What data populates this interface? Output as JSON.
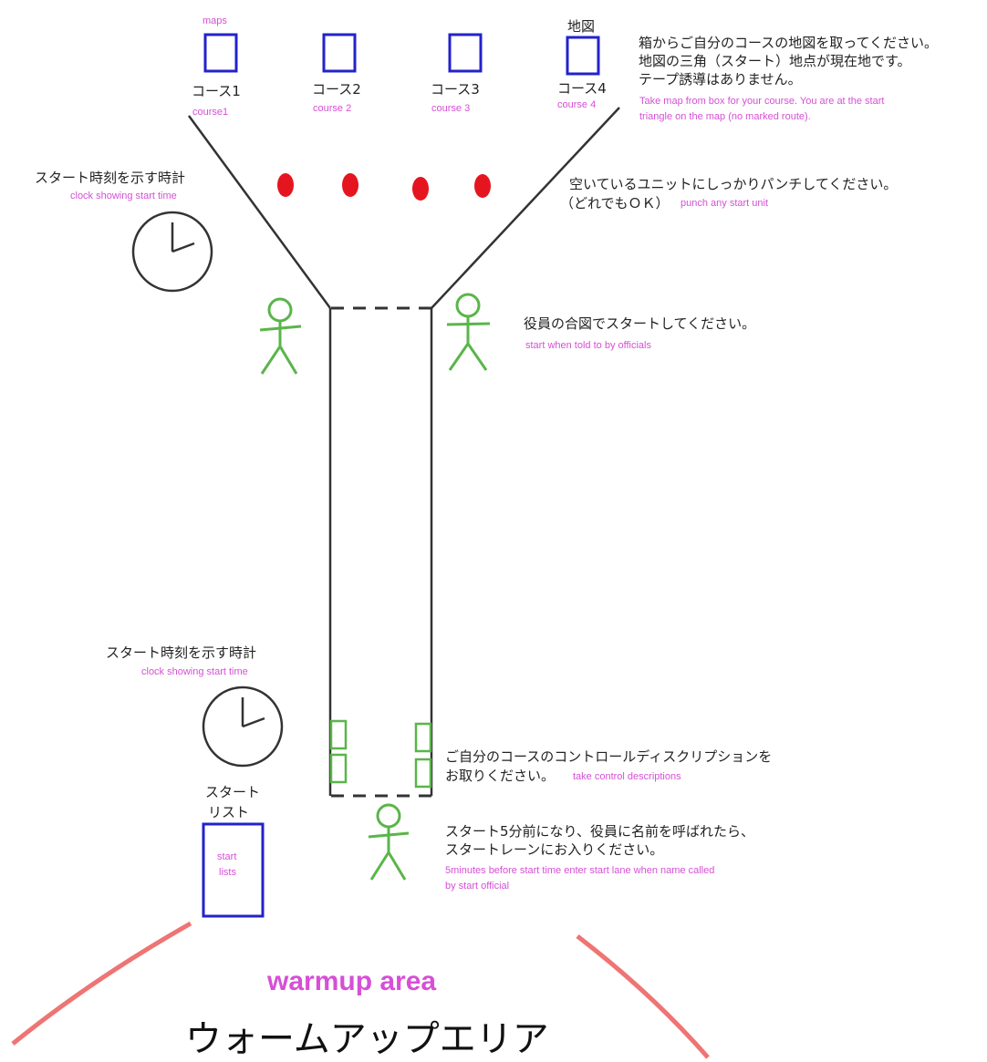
{
  "colors": {
    "map_box": "#2222cc",
    "funnel": "#333333",
    "punch": "#e5151f",
    "official": "#5ab54a",
    "english": "#d64fd6",
    "warmup_arc": "#ef7474"
  },
  "maps_label": "maps",
  "chizu_label": "地図",
  "courses": [
    {
      "jp": "コース1",
      "en": "course1"
    },
    {
      "jp": "コース2",
      "en": "course 2"
    },
    {
      "jp": "コース3",
      "en": "course 3"
    },
    {
      "jp": "コース4",
      "en": "course 4"
    }
  ],
  "map_instruction": {
    "jp": [
      "箱からご自分のコースの地図を取ってください。",
      "地図の三角（スタート）地点が現在地です。",
      "テープ誘導はありません。"
    ],
    "en": [
      "Take map from box for your course. You are at the start",
      "triangle on the map (no marked route)."
    ]
  },
  "clock_top": {
    "jp": "スタート時刻を示す時計",
    "en": "clock showing start time"
  },
  "punch": {
    "jp_1": "空いているユニットにしっかりパンチしてください。",
    "jp_2": "（どれでもＯＫ）",
    "en": "punch any start unit"
  },
  "officials": {
    "jp": "役員の合図でスタートしてください。",
    "en": "start when told to by officials"
  },
  "clock_bottom": {
    "jp": "スタート時刻を示す時計",
    "en": "clock showing start time"
  },
  "control_desc": {
    "jp_1": "ご自分のコースのコントロールディスクリプションを",
    "jp_2": "お取りください。",
    "en": "take control descriptions"
  },
  "start_list": {
    "jp_1": "スタート",
    "jp_2": "リスト",
    "en_1": "start",
    "en_2": "lists"
  },
  "five_minutes": {
    "jp": [
      "スタート5分前になり、役員に名前を呼ばれたら、",
      "スタートレーンにお入りください。"
    ],
    "en": [
      "5minutes before start time enter start lane when name called",
      "by start official"
    ]
  },
  "warmup": {
    "en": "warmup area",
    "jp": "ウォームアップエリア"
  }
}
